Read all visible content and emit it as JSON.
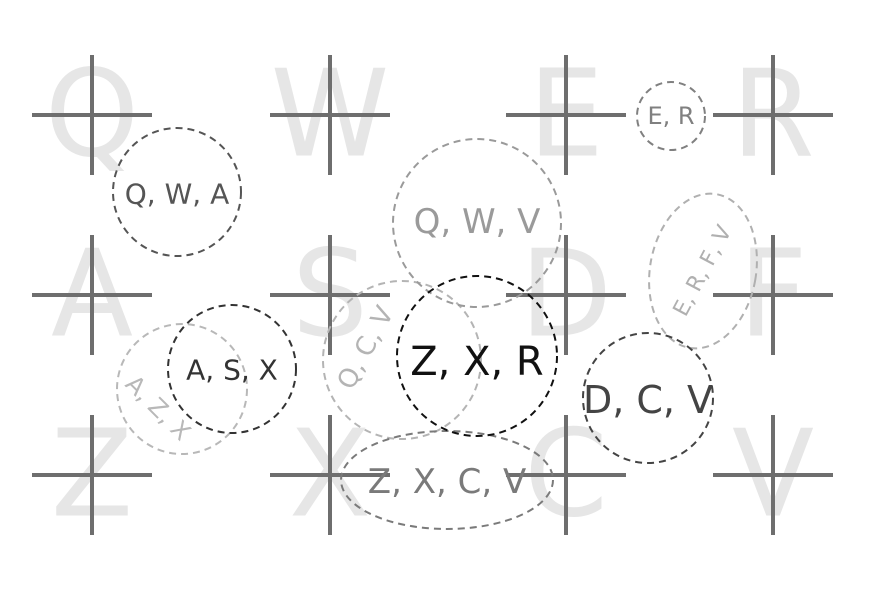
{
  "grid_letters": [
    "Q",
    "W",
    "E",
    "R",
    "A",
    "S",
    "D",
    "F",
    "Z",
    "X",
    "C",
    "V"
  ],
  "bubbles": [
    {
      "label": "Q, W, A",
      "color": "#555555"
    },
    {
      "label": "E, R",
      "color": "#808080"
    },
    {
      "label": "Q, W, V",
      "color": "#9a9a9a"
    },
    {
      "label": "E, R, F, V",
      "color": "#b0b0b0"
    },
    {
      "label": "A, Z, X",
      "color": "#b8b8b8"
    },
    {
      "label": "A, S, X",
      "color": "#333333"
    },
    {
      "label": "Q, C, V",
      "color": "#b4b4b4"
    },
    {
      "label": "Z, X, R",
      "color": "#111111"
    },
    {
      "label": "D, C, V",
      "color": "#444444"
    },
    {
      "label": "Z, X, C, V",
      "color": "#7a7a7a"
    }
  ]
}
